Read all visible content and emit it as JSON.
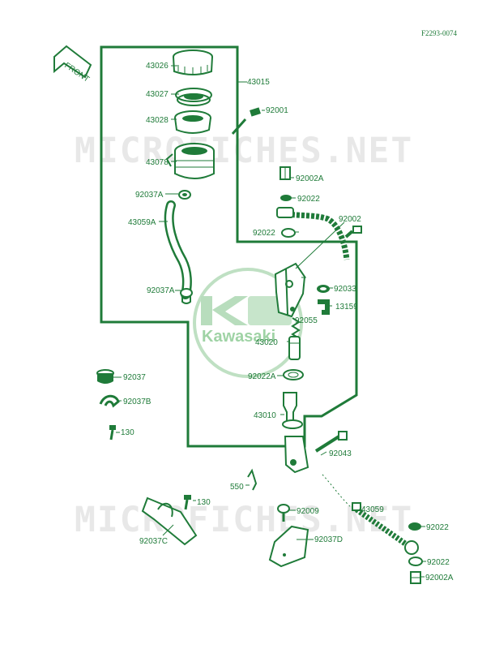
{
  "drawing_code": "F2293-0074",
  "front_label": "FRONT",
  "watermark_text": "MICROFICHES.NET",
  "brand_text": "Kawasaki",
  "colors": {
    "line": "#1f7b39",
    "watermark": "#e8e8e8",
    "logo": "#9fd3a5",
    "background": "#ffffff"
  },
  "parts": {
    "43026": "43026",
    "43027": "43027",
    "43028": "43028",
    "43078": "43078",
    "92037A_top": "92037A",
    "43059A": "43059A",
    "92037A_bottom": "92037A",
    "43015": "43015",
    "92001": "92001",
    "92002A_top": "92002A",
    "92022_top": "92022",
    "92002": "92002",
    "92022_mid": "92022",
    "92033": "92033",
    "13159": "13159",
    "92055": "92055",
    "43020": "43020",
    "92022A": "92022A",
    "43010": "43010",
    "92043": "92043",
    "550": "550",
    "92037": "92037",
    "92037B": "92037B",
    "130_left": "130",
    "130_right": "130",
    "92037C": "92037C",
    "92009": "92009",
    "92037D": "92037D",
    "43059": "43059",
    "92022_lower": "92022",
    "92022_bottom": "92022",
    "92002A_bottom": "92002A"
  }
}
